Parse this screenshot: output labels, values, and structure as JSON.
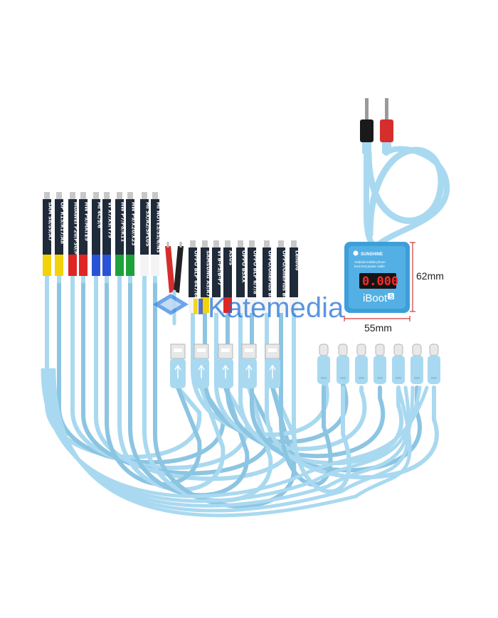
{
  "product": {
    "brand": "SUNSHINE",
    "model": "iBoot",
    "model_badge": "S",
    "lcd_reading": "0.000",
    "box_lines": [
      "Android mobile phone",
      "boot test power cable"
    ]
  },
  "dimensions": {
    "height": "62mm",
    "width": "55mm"
  },
  "watermark": {
    "text": "Katemedia"
  },
  "flex_cables_left": [
    {
      "label": "SAM S8/S9/A7"
    },
    {
      "label": "OP R15/R17/A8"
    },
    {
      "label": "HUAWEI P20/P30/MATE20"
    },
    {
      "label": "HW P9/MATE9"
    },
    {
      "label": "MI 4C/5/6"
    },
    {
      "label": "VI X7/X9/Y79"
    },
    {
      "label": "HW P7/P8/R11"
    },
    {
      "label": "HW P9/X20/X23"
    },
    {
      "label": "MI 5X/A2/5PLUS"
    },
    {
      "label": "MI NOTE3/5S/6/N5"
    }
  ],
  "flex_cables_right": [
    {
      "label": "OPPO BLP 647/683/605"
    },
    {
      "label": "SAMSUNG A5/A7"
    },
    {
      "label": "VI B-P5/B-P7"
    },
    {
      "label": "ASUS"
    },
    {
      "label": "OPPO B5XX"
    },
    {
      "label": "OPPO BLP 6/7/8"
    },
    {
      "label": "OPPO/OnePlus BLP 8XX"
    },
    {
      "label": "OPPO/OnePlus BLP 8X"
    },
    {
      "label": "Lenovo"
    }
  ],
  "colors": {
    "cable": "#a9d9f0",
    "cable_shade": "#8cc5e2",
    "box": "#3d9fd8",
    "flex": "#1f2a3a",
    "clip_red": "#d62d2d",
    "clip_black": "#222222",
    "tip_yellow": "#f2d20a",
    "tip_red": "#e02525",
    "tip_blue": "#2a52d6",
    "tip_green": "#1ea13a",
    "tip_white": "#f4f4f4"
  }
}
